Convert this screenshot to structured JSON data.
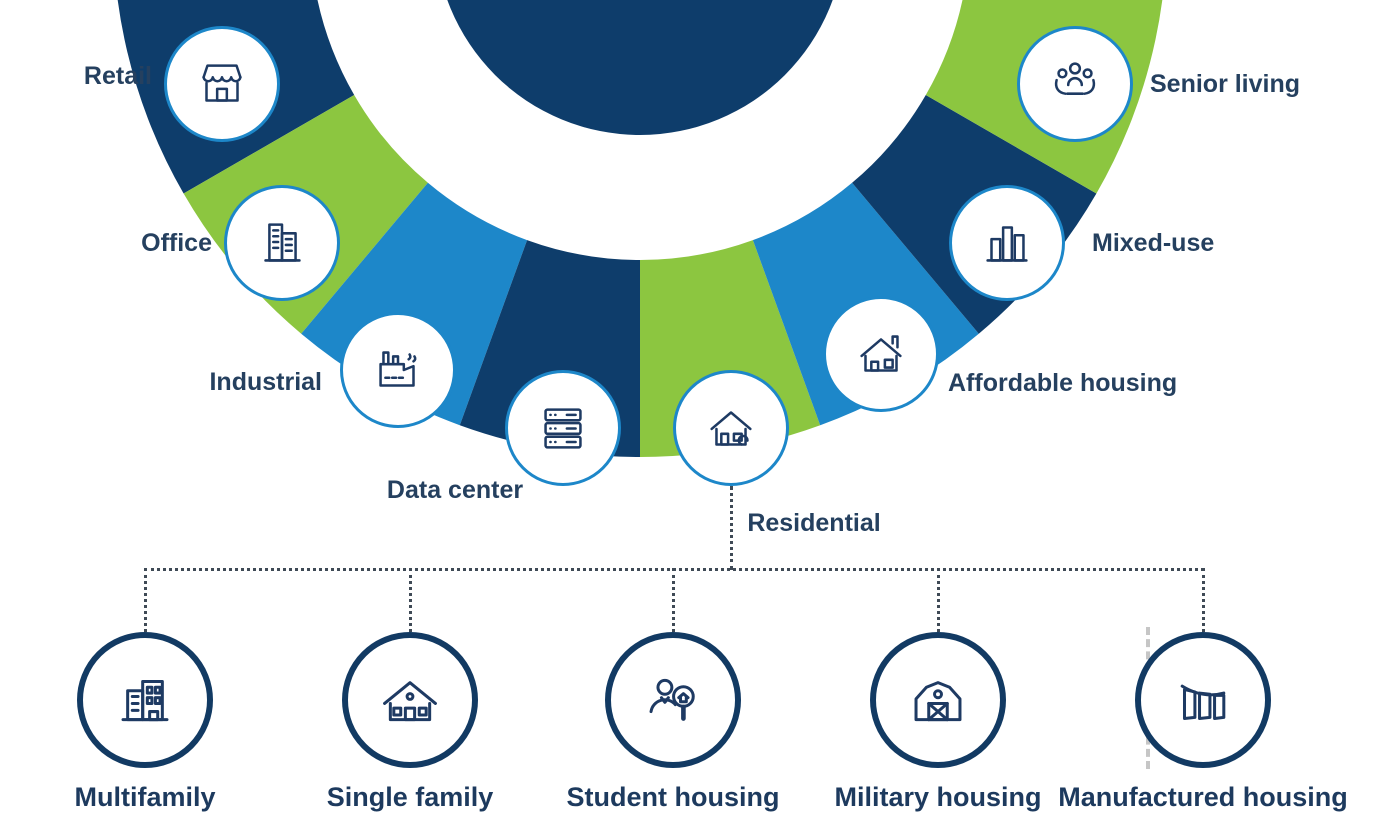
{
  "colors": {
    "navy": "#0e3d6b",
    "green": "#8cc640",
    "blue": "#1d87c9",
    "white": "#ffffff",
    "label_text": "#25405f",
    "circle_border_blue": "#1d87c9",
    "circle_border_navy": "#123a63",
    "icon_stroke": "#1e3a63",
    "dotted_connector": "#3f4a56",
    "dashed_gray": "#c6c6c6"
  },
  "wheel": {
    "items": [
      {
        "label": "Retail",
        "icon": "storefront-icon",
        "segment_color": "navy"
      },
      {
        "label": "Office",
        "icon": "office-building-icon",
        "segment_color": "green"
      },
      {
        "label": "Industrial",
        "icon": "factory-icon",
        "segment_color": "blue"
      },
      {
        "label": "Data center",
        "icon": "server-rack-icon",
        "segment_color": "navy"
      },
      {
        "label": "Residential",
        "icon": "house-icon",
        "segment_color": "green"
      },
      {
        "label": "Affordable housing",
        "icon": "affordable-house-icon",
        "segment_color": "blue"
      },
      {
        "label": "Mixed-use",
        "icon": "mixed-buildings-icon",
        "segment_color": "navy"
      },
      {
        "label": "Senior living",
        "icon": "caregivers-icon",
        "segment_color": "green"
      }
    ]
  },
  "residential_breakdown": {
    "parent": "Residential",
    "items": [
      {
        "label": "Multifamily",
        "icon": "apartment-building-icon"
      },
      {
        "label": "Single family",
        "icon": "single-family-house-icon"
      },
      {
        "label": "Student housing",
        "icon": "student-search-icon"
      },
      {
        "label": "Military housing",
        "icon": "barracks-icon"
      },
      {
        "label": "Manufactured housing",
        "icon": "manufactured-home-icon"
      }
    ]
  }
}
